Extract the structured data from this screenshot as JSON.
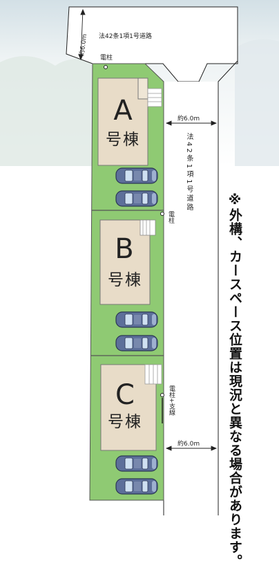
{
  "site": {
    "road_top_label": "法42条1項1号道路",
    "road_top_width": "約6.0m",
    "road_right_label": "法42条1項1号道路",
    "road_right_width_upper": "約6.0m",
    "road_right_width_lower": "約6.0m",
    "utility_pole_label": "電柱",
    "utility_pole_label_mid": "電柱",
    "utility_pole_stay_label": "電柱+支線"
  },
  "buildings": [
    {
      "letter": "A",
      "word": "号棟"
    },
    {
      "letter": "B",
      "word": "号棟"
    },
    {
      "letter": "C",
      "word": "号棟"
    }
  ],
  "parking_spaces_per_lot": 2,
  "note": "※外構、カースペース位置は現況と異なる場合があります。",
  "colors": {
    "lot_green": "#8fca73",
    "building_fill": "#e8dcc8",
    "road_fill": "#ffffff",
    "background_photo": "#e4ecef",
    "car_body": "#4a5d8a"
  }
}
